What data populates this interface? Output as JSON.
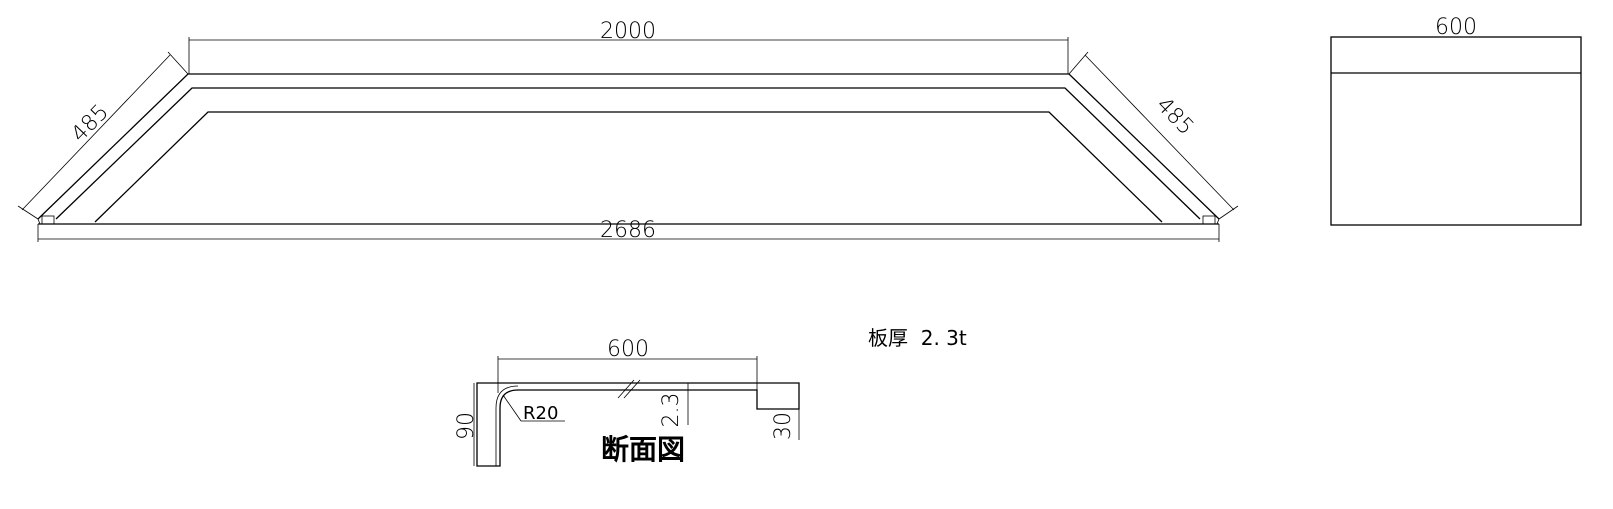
{
  "front_view": {
    "top_length": "2000",
    "left_slope": "485",
    "right_slope": "485",
    "bottom_length": "2686"
  },
  "side_view": {
    "width": "600"
  },
  "section": {
    "width": "600",
    "height": "90",
    "radius": "R20",
    "thickness": "2.3",
    "lip": "30",
    "caption": "断面図"
  },
  "note": {
    "plate_thickness": "板厚  2. 3t"
  }
}
